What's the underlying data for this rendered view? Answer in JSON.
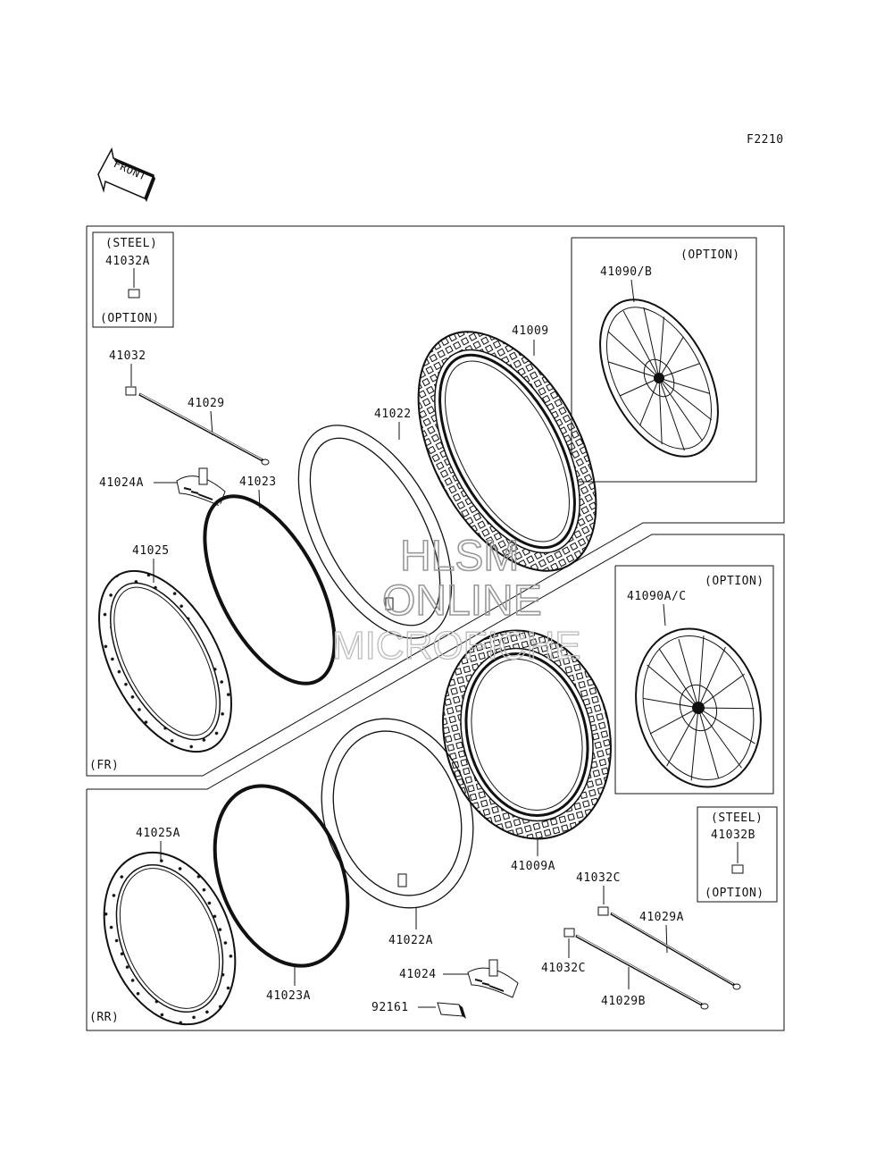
{
  "figure_code": "F2210",
  "front_label": "FRONT",
  "front_group_label": "(FR)",
  "rear_group_label": "(RR)",
  "watermark": {
    "line1": "HLSM",
    "line2": "ONLINE",
    "line3": "MICROFICHE"
  },
  "steel_box_front": {
    "top": "(STEEL)",
    "part": "41032A",
    "bottom": "(OPTION)"
  },
  "steel_box_rear": {
    "top": "(STEEL)",
    "part": "41032B",
    "bottom": "(OPTION)"
  },
  "option_front": "(OPTION)",
  "option_rear": "(OPTION)",
  "parts": {
    "p41032": "41032",
    "p41029": "41029",
    "p41024A": "41024A",
    "p41023": "41023",
    "p41025": "41025",
    "p41022": "41022",
    "p41009": "41009",
    "p41090B": "41090/B",
    "p41090AC": "41090A/C",
    "p41025A": "41025A",
    "p41023A": "41023A",
    "p41022A": "41022A",
    "p41009A": "41009A",
    "p41024": "41024",
    "p92161": "92161",
    "p41032C_1": "41032C",
    "p41032C_2": "41032C",
    "p41029A": "41029A",
    "p41029B": "41029B"
  }
}
